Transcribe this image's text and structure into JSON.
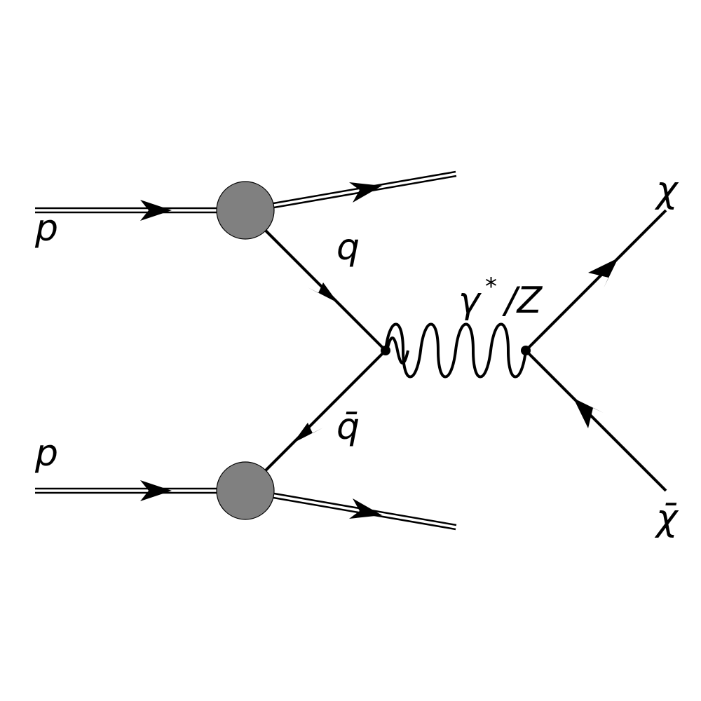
{
  "diagram": {
    "incoming_proton_top": "p",
    "incoming_proton_bottom": "p",
    "quark": "q",
    "antiquark": "q̄",
    "boson_symbol": "γ",
    "boson_superscript": "*",
    "boson_suffix": "/Z",
    "outgoing_particle": "χ",
    "outgoing_antiparticle": "χ̄"
  },
  "colors": {
    "line": "#000000",
    "blob": "#808080",
    "background": "#ffffff"
  }
}
